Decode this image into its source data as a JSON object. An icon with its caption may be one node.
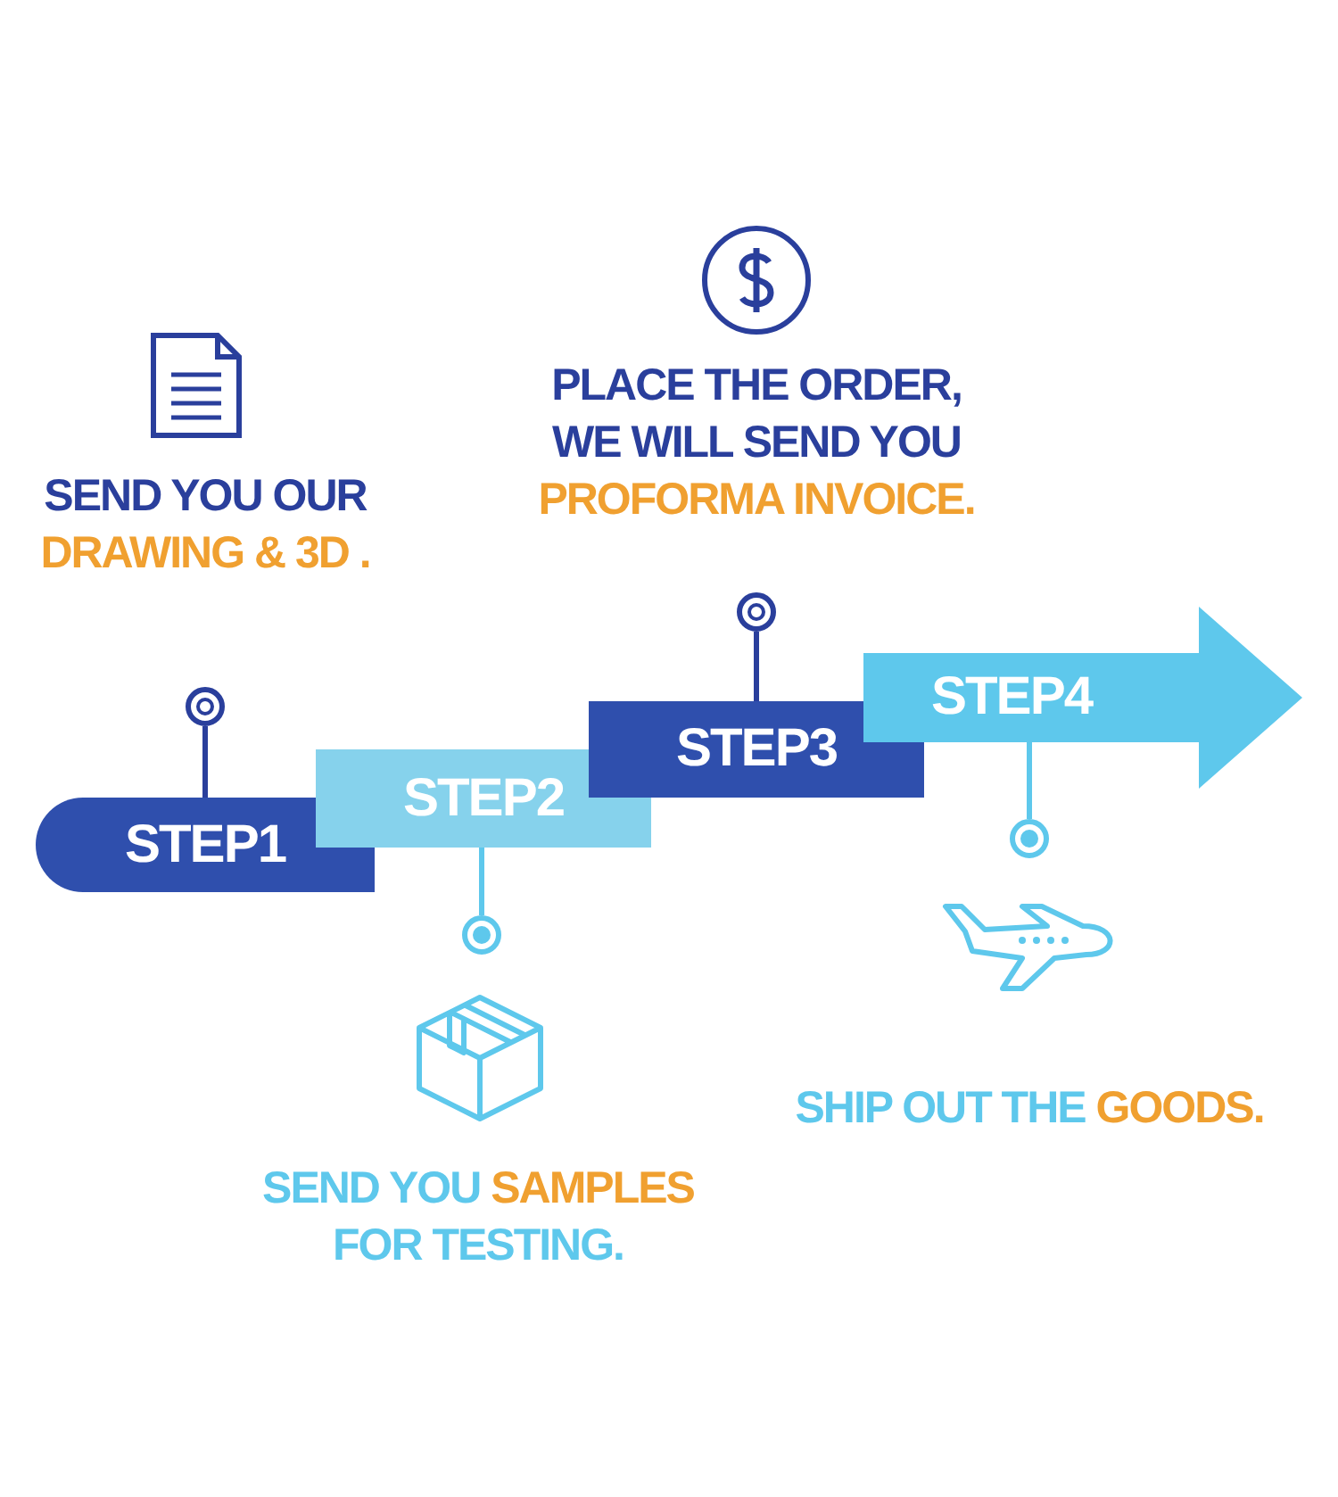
{
  "diagram": {
    "nodes": [
      {
        "text": [
          "STEP1"
        ]
      },
      {
        "text": [
          "STEP2"
        ]
      },
      {
        "text": [
          "STEP3"
        ]
      },
      {
        "text": [
          "STEP4"
        ]
      },
      {
        "text": [],
        "shape": "circle"
      },
      {
        "text": [],
        "shape": "circle"
      },
      {
        "text": [],
        "shape": "circle"
      },
      {
        "text": [],
        "shape": "circle"
      }
    ],
    "edges": [
      {
        "from": 0,
        "to": 4,
        "arrow": "none"
      },
      {
        "from": 1,
        "to": 5,
        "arrow": "none",
        "color": "#5ec8ec"
      },
      {
        "from": 2,
        "to": 6,
        "arrow": "none"
      },
      {
        "from": 3,
        "to": 7,
        "arrow": "none",
        "color": "#5ec8ec"
      }
    ],
    "labels": [
      "SEND YOU OUR **DRAWING & 3D .**",
      "PLACE THE ORDER, WE WILL SEND YOU **PROFORMA INVOICE.**",
      "SEND YOU **SAMPLES** FOR TESTING.",
      "SHIP OUT THE **GOODS.**"
    ]
  }
}
